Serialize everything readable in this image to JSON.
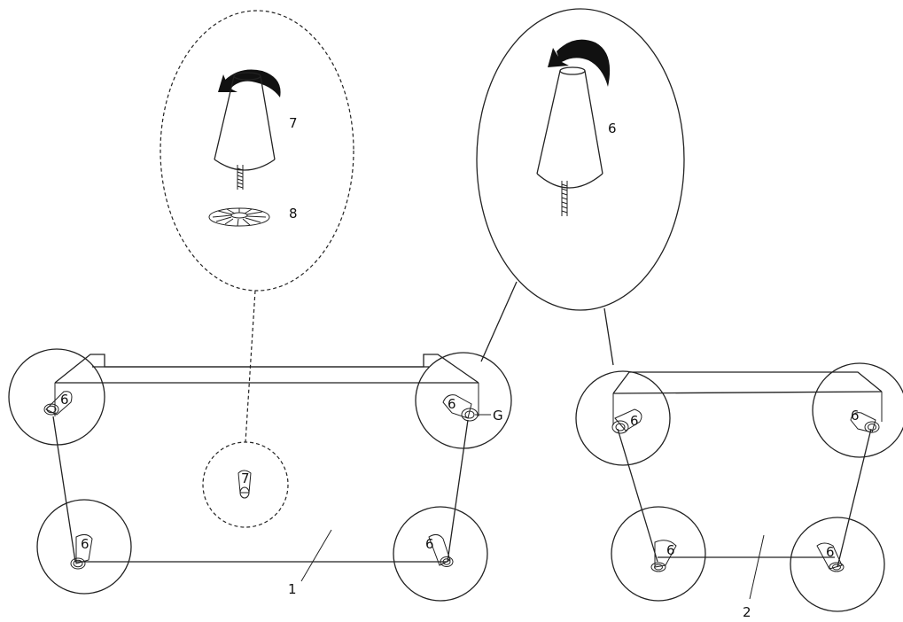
{
  "labels": {
    "assembly_1": "1",
    "assembly_2": "2",
    "leg": "6",
    "cap": "7",
    "washer": "8",
    "g": "G"
  },
  "colors": {
    "line": "#222222",
    "background": "#ffffff",
    "arrow": "#111111"
  },
  "icons": {
    "rotate_arrow": "curved-rotate-arrow-icon"
  }
}
